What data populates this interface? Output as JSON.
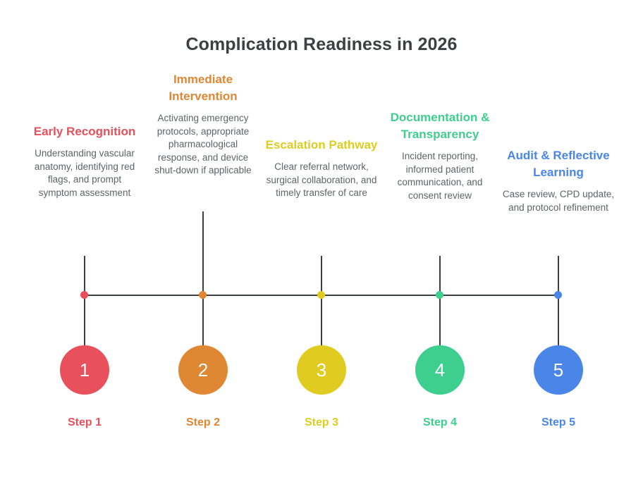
{
  "chart_data": {
    "type": "timeline",
    "title": "Complication Readiness in 2026",
    "orientation": "horizontal",
    "axis": {
      "grid": false,
      "legend": "none"
    },
    "steps": [
      {
        "number": "1",
        "heading": "Early Recognition",
        "description": "Understanding vascular anatomy, identifying red flags, and prompt symptom assessment",
        "label": "Step 1",
        "color": "#E8505B"
      },
      {
        "number": "2",
        "heading": "Immediate Intervention",
        "description": "Activating emergency protocols, appropriate pharmacological response, and device shut-down if applicable",
        "label": "Step 2",
        "color": "#E08733"
      },
      {
        "number": "3",
        "heading": "Escalation Pathway",
        "description": "Clear referral network, surgical collaboration, and timely transfer of care",
        "label": "Step 3",
        "color": "#E0CC21"
      },
      {
        "number": "4",
        "heading": "Documentation & Transparency",
        "description": "Incident reporting, informed patient communication, and consent review",
        "label": "Step 4",
        "color": "#3ECF8E"
      },
      {
        "number": "5",
        "heading": "Audit & Reflective Learning",
        "description": "Case review, CPD update, and protocol refinement",
        "label": "Step 5",
        "color": "#4A86E8"
      }
    ],
    "palette": {
      "background": "#FFFFFF",
      "title_color": "#3C4043",
      "body_color": "#5F6368",
      "axis_color": "#3C4043"
    }
  }
}
